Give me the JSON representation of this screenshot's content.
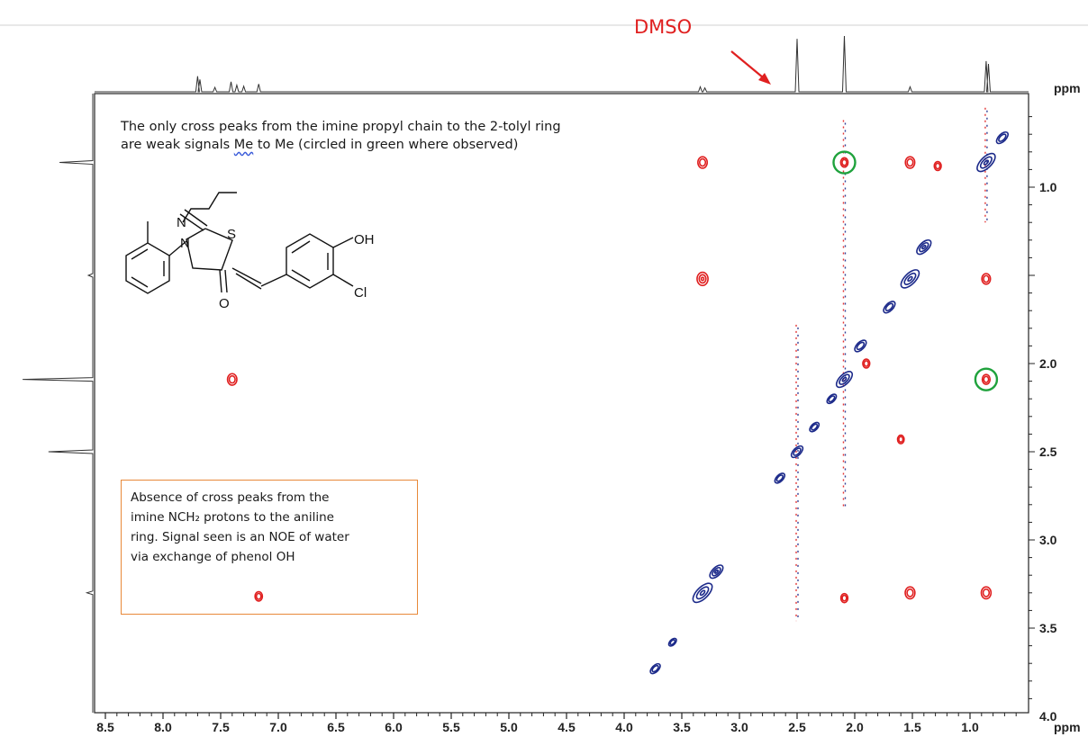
{
  "annotation_top": {
    "line1": "The only cross peaks from the imine propyl chain to the 2-tolyl ring",
    "line2_pre": "are weak signals ",
    "line2_under": "Me",
    "line2_post": " to Me (circled in green where observed)"
  },
  "annotation_box": {
    "line1": "Absence of cross peaks from the",
    "line2": "imine NCH₂ protons to the aniline",
    "line3": "ring. Signal seen is an NOE of water",
    "line4": "via exchange of phenol OH"
  },
  "dmso_label": "DMSO",
  "molecule_labels": {
    "n_imine": "N",
    "n_ring": "N",
    "s": "S",
    "o": "O",
    "oh": "OH",
    "cl": "Cl"
  },
  "colors": {
    "positive": "#e02020",
    "negative": "#1c2a8a",
    "circle": "#1fa23c",
    "arrow": "#e02020",
    "box_border": "#e8893a"
  },
  "chart_data": {
    "type": "scatter",
    "title": "",
    "xlabel": "ppm",
    "ylabel": "ppm",
    "xlim": [
      8.5,
      0.5
    ],
    "ylim": [
      4.0,
      0.55
    ],
    "x_ticks": [
      "8.5",
      "8.0",
      "7.5",
      "7.0",
      "6.5",
      "6.0",
      "5.5",
      "5.0",
      "4.5",
      "4.0",
      "3.5",
      "3.0",
      "2.5",
      "2.0",
      "1.5",
      "1.0"
    ],
    "y_ticks": [
      "1.0",
      "2.0",
      "2.5",
      "3.0",
      "3.5",
      "4.0"
    ],
    "top_projection_peaks": [
      {
        "ppm": 7.7,
        "h": 0.28
      },
      {
        "ppm": 7.68,
        "h": 0.22
      },
      {
        "ppm": 7.55,
        "h": 0.08
      },
      {
        "ppm": 7.41,
        "h": 0.18
      },
      {
        "ppm": 7.36,
        "h": 0.12
      },
      {
        "ppm": 7.3,
        "h": 0.1
      },
      {
        "ppm": 7.17,
        "h": 0.14
      },
      {
        "ppm": 3.34,
        "h": 0.09
      },
      {
        "ppm": 3.3,
        "h": 0.07
      },
      {
        "ppm": 2.5,
        "h": 0.95
      },
      {
        "ppm": 2.09,
        "h": 1.0
      },
      {
        "ppm": 1.52,
        "h": 0.09
      },
      {
        "ppm": 0.86,
        "h": 0.55
      },
      {
        "ppm": 0.84,
        "h": 0.5
      }
    ],
    "left_projection_peaks": [
      {
        "ppm": 0.86,
        "h": 0.45
      },
      {
        "ppm": 1.5,
        "h": 0.06
      },
      {
        "ppm": 2.09,
        "h": 0.95
      },
      {
        "ppm": 2.5,
        "h": 0.6
      },
      {
        "ppm": 3.3,
        "h": 0.08
      }
    ],
    "positive_peaks": [
      {
        "x": 3.32,
        "y": 0.86,
        "size": 1.0
      },
      {
        "x": 2.09,
        "y": 0.86,
        "size": 0.5
      },
      {
        "x": 1.52,
        "y": 0.86,
        "size": 1.0
      },
      {
        "x": 1.28,
        "y": 0.88,
        "size": 0.4
      },
      {
        "x": 3.32,
        "y": 1.52,
        "size": 1.4
      },
      {
        "x": 0.86,
        "y": 1.52,
        "size": 0.8
      },
      {
        "x": 7.4,
        "y": 2.09,
        "size": 1.0
      },
      {
        "x": 0.86,
        "y": 2.09,
        "size": 0.6
      },
      {
        "x": 7.17,
        "y": 3.32,
        "size": 0.5
      },
      {
        "x": 2.09,
        "y": 3.33,
        "size": 0.4
      },
      {
        "x": 1.52,
        "y": 3.3,
        "size": 1.1
      },
      {
        "x": 0.86,
        "y": 3.3,
        "size": 1.1
      },
      {
        "x": 1.9,
        "y": 2.0,
        "size": 0.4
      },
      {
        "x": 1.6,
        "y": 2.43,
        "size": 0.3
      }
    ],
    "negative_peaks": [
      {
        "x": 0.86,
        "y": 0.86,
        "size": 2.2
      },
      {
        "x": 0.72,
        "y": 0.72,
        "size": 1.0
      },
      {
        "x": 1.52,
        "y": 1.52,
        "size": 2.2
      },
      {
        "x": 1.4,
        "y": 1.34,
        "size": 1.5
      },
      {
        "x": 1.7,
        "y": 1.68,
        "size": 1.0
      },
      {
        "x": 2.09,
        "y": 2.09,
        "size": 1.8
      },
      {
        "x": 1.95,
        "y": 1.9,
        "size": 1.0
      },
      {
        "x": 2.2,
        "y": 2.2,
        "size": 0.6
      },
      {
        "x": 2.35,
        "y": 2.36,
        "size": 0.6
      },
      {
        "x": 2.5,
        "y": 2.5,
        "size": 1.0
      },
      {
        "x": 2.65,
        "y": 2.65,
        "size": 0.7
      },
      {
        "x": 3.32,
        "y": 3.3,
        "size": 2.4
      },
      {
        "x": 3.2,
        "y": 3.18,
        "size": 1.3
      },
      {
        "x": 3.58,
        "y": 3.58,
        "size": 0.3
      },
      {
        "x": 3.73,
        "y": 3.73,
        "size": 0.7
      }
    ],
    "streaks": [
      {
        "x": 2.5,
        "y1": 1.78,
        "y2": 3.46,
        "color": "mixed"
      },
      {
        "x": 2.09,
        "y1": 0.62,
        "y2": 2.82,
        "color": "mixed"
      },
      {
        "x": 0.86,
        "y1": 0.55,
        "y2": 1.2,
        "color": "mixed"
      }
    ],
    "green_circles": [
      {
        "x": 2.09,
        "y": 0.86
      },
      {
        "x": 0.86,
        "y": 2.09
      }
    ]
  }
}
